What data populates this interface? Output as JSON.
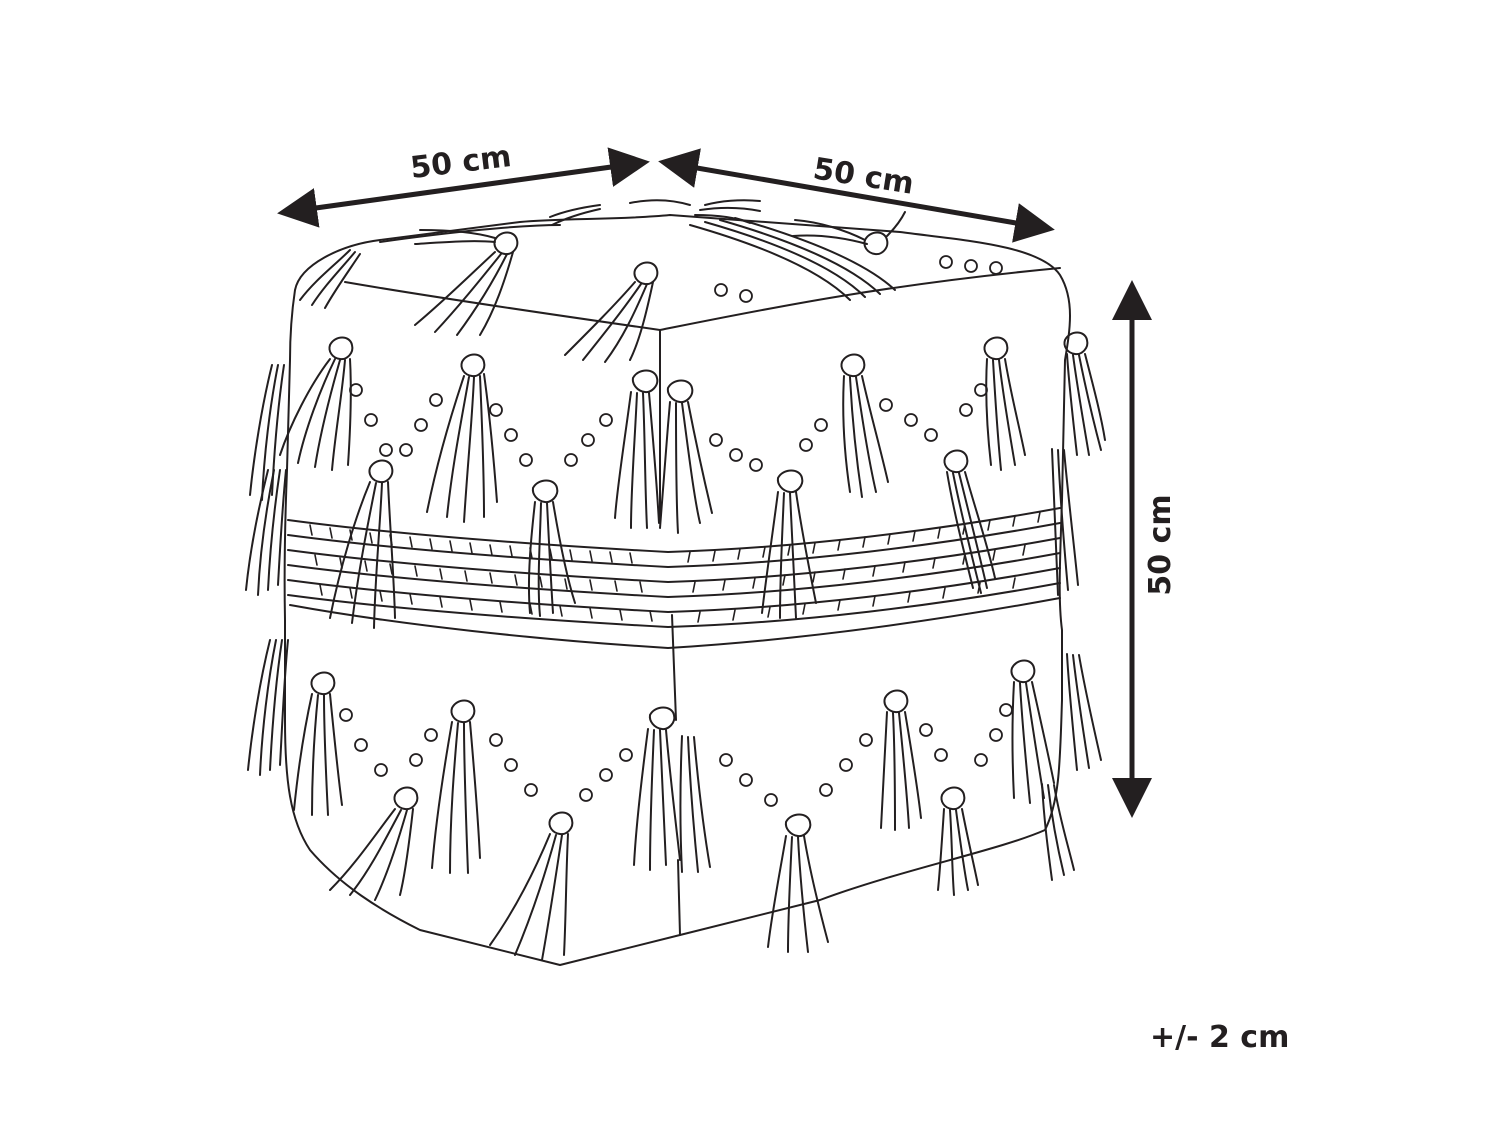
{
  "dimensions": {
    "width_label": "50 cm",
    "depth_label": "50 cm",
    "height_label": "50 cm",
    "tolerance_label": "+/- 2 cm"
  },
  "colors": {
    "line": "#231f20",
    "background": "#ffffff"
  }
}
